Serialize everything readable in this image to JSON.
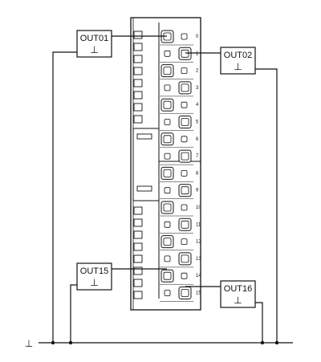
{
  "diagram": {
    "ground_symbol": "⊥",
    "outputs": [
      {
        "name": "OUT01",
        "ground": "⊥"
      },
      {
        "name": "OUT02",
        "ground": "⊥"
      },
      {
        "name": "OUT15",
        "ground": "⊥"
      },
      {
        "name": "OUT16",
        "ground": "⊥"
      }
    ],
    "terminal_labels": [
      "0",
      "1",
      "2",
      "3",
      "4",
      "5",
      "6",
      "7",
      "8",
      "9",
      "10",
      "11",
      "12",
      "13",
      "14",
      "15"
    ]
  }
}
